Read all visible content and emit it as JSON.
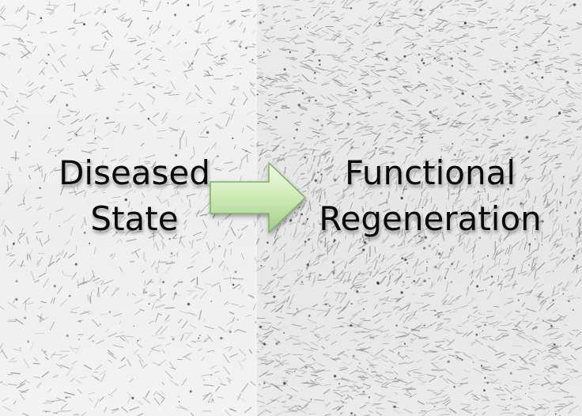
{
  "image": {
    "left_label": {
      "line1": "Diseased",
      "line2": "State"
    },
    "right_label": {
      "line1": "Functional",
      "line2": "Regeneration"
    },
    "arrow": {
      "fill_light": "#e6f6d2",
      "fill_dark": "#9fcb86",
      "edge": "#7fb067"
    },
    "background": {
      "left_tone": "#f1f1f1",
      "right_tone": "#e8e8e8",
      "cell_color": "#7a7a7a"
    }
  }
}
